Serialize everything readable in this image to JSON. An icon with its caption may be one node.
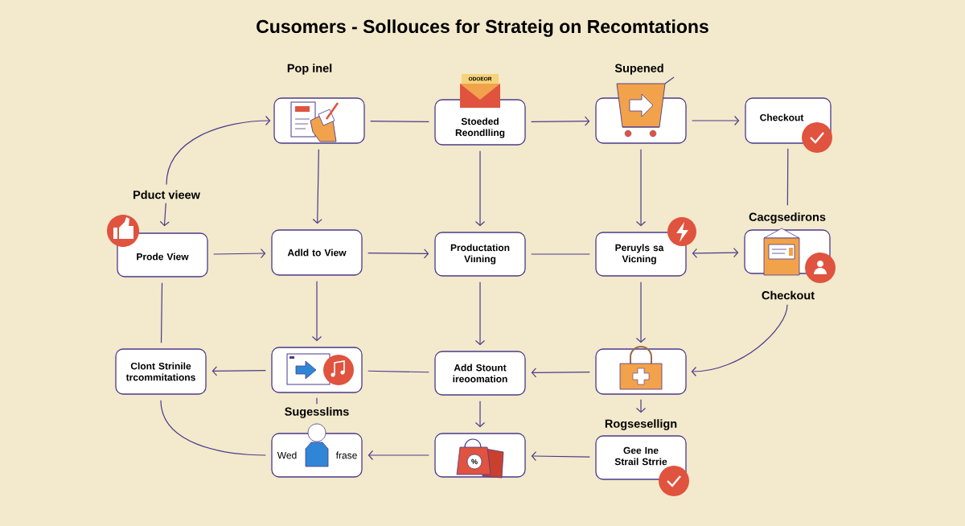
{
  "diagram": {
    "title": "Cusomers - Sollouces for Strateig on Recomtations",
    "nodes": [
      {
        "text": [
          "Pop inel"
        ]
      },
      {
        "text": [
          "Stoeded Reondlling"
        ]
      },
      {
        "text": [
          "Supened"
        ]
      },
      {
        "text": [
          "Checkout"
        ]
      },
      {
        "text": [
          "Pduct vieew"
        ]
      },
      {
        "text": [
          "Prode View"
        ]
      },
      {
        "text": [
          "Adld to View"
        ]
      },
      {
        "text": [
          "Productation Viıning"
        ]
      },
      {
        "text": [
          "Peruyls sa Vicning"
        ]
      },
      {
        "text": [
          "Cacgsedirons",
          "Checkout"
        ]
      },
      {
        "text": [
          "Clont Strinile trcommitations"
        ]
      },
      {
        "text": [],
        "shape": "box"
      },
      {
        "text": [
          "Add Stount ireoomation"
        ]
      },
      {
        "text": [],
        "shape": "box"
      },
      {
        "text": [
          "Sugesslims",
          "Wed",
          "frase"
        ]
      },
      {
        "text": [],
        "shape": "box"
      },
      {
        "text": [
          "Rogsesellign",
          "Gee Ine Strail Strrie"
        ]
      }
    ],
    "edges": [
      {
        "from": 4,
        "to": 0,
        "arrow": "to"
      },
      {
        "from": 4,
        "to": 5,
        "arrow": "to"
      },
      {
        "from": 0,
        "to": 1,
        "arrow": "none"
      },
      {
        "from": 1,
        "to": 2,
        "arrow": "to"
      },
      {
        "from": 2,
        "to": 3,
        "arrow": "to"
      },
      {
        "from": 0,
        "to": 6,
        "arrow": "to"
      },
      {
        "from": 1,
        "to": 7,
        "arrow": "to"
      },
      {
        "from": 2,
        "to": 8,
        "arrow": "to"
      },
      {
        "from": 3,
        "to": 9,
        "arrow": "none"
      },
      {
        "from": 5,
        "to": 6,
        "arrow": "to"
      },
      {
        "from": 6,
        "to": 7,
        "arrow": "to"
      },
      {
        "from": 7,
        "to": 8,
        "arrow": "none"
      },
      {
        "from": 8,
        "to": 9,
        "arrow": "both"
      },
      {
        "from": 5,
        "to": 10,
        "arrow": "none"
      },
      {
        "from": 6,
        "to": 11,
        "arrow": "to"
      },
      {
        "from": 7,
        "to": 12,
        "arrow": "to"
      },
      {
        "from": 8,
        "to": 13,
        "arrow": "to"
      },
      {
        "from": 9,
        "to": 13,
        "arrow": "to"
      },
      {
        "from": 11,
        "to": 10,
        "arrow": "to"
      },
      {
        "from": 12,
        "to": 11,
        "arrow": "none"
      },
      {
        "from": 13,
        "to": 12,
        "arrow": "to"
      },
      {
        "from": 10,
        "to": 14,
        "arrow": "none"
      },
      {
        "from": 11,
        "to": 14,
        "arrow": "none"
      },
      {
        "from": 12,
        "to": 15,
        "arrow": "to"
      },
      {
        "from": 13,
        "to": 16,
        "arrow": "to"
      },
      {
        "from": 15,
        "to": 14,
        "arrow": "to"
      },
      {
        "from": 16,
        "to": 15,
        "arrow": "to"
      }
    ],
    "labels": [
      "ODOEOR",
      "%"
    ]
  }
}
